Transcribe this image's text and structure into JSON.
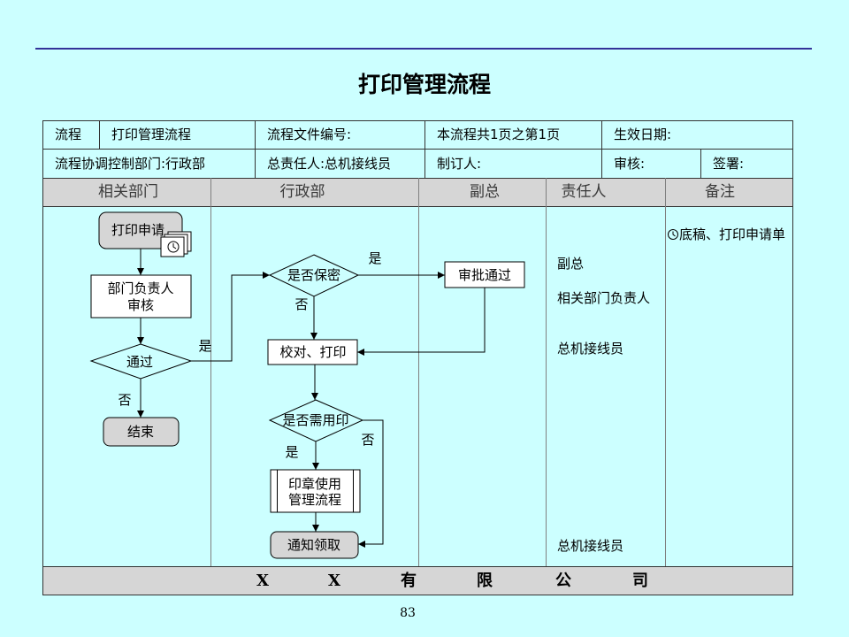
{
  "page": {
    "title": "打印管理流程",
    "page_number": "83"
  },
  "info": {
    "row1": {
      "process_label": "流程",
      "process_name": "打印管理流程",
      "doc_number_label": "流程文件编号:",
      "page_count": "本流程共1页之第1页",
      "effective_date_label": "生效日期:"
    },
    "row2": {
      "coordinating_dept": "流程协调控制部门:行政部",
      "owner": "总责任人:总机接线员",
      "author_label": "制订人:",
      "reviewer_label": "审核:",
      "signer_label": "签署:"
    }
  },
  "lanes": [
    "相关部门",
    "行政部",
    "副总",
    "责任人",
    "备注"
  ],
  "flow": {
    "print_request": {
      "label": "打印申请",
      "icon": "document-clock-icon"
    },
    "dept_review": [
      "部门负责人",
      "审核"
    ],
    "pass_decision": "通过",
    "end": "结束",
    "confidential_decision": "是否保密",
    "approved": "审批通过",
    "proofread_print": "校对、打印",
    "seal_decision": "是否需用印",
    "seal_process": [
      "印章使用",
      "管理流程"
    ],
    "notify_pickup": "通知领取",
    "labels": {
      "yes": "是",
      "no": "否"
    }
  },
  "responsible": [
    "副总",
    "相关部门负责人",
    "总机接线员",
    "总机接线员"
  ],
  "remarks": {
    "icon": "clock-icon",
    "text": "底稿、打印申请单"
  },
  "footer": [
    "X",
    "X",
    "有",
    "限",
    "公",
    "司"
  ],
  "colors": {
    "background": "#ccffff",
    "band_gray": "#d6d6d6",
    "top_rule": "#333399",
    "box_fill": "#ffffff"
  }
}
